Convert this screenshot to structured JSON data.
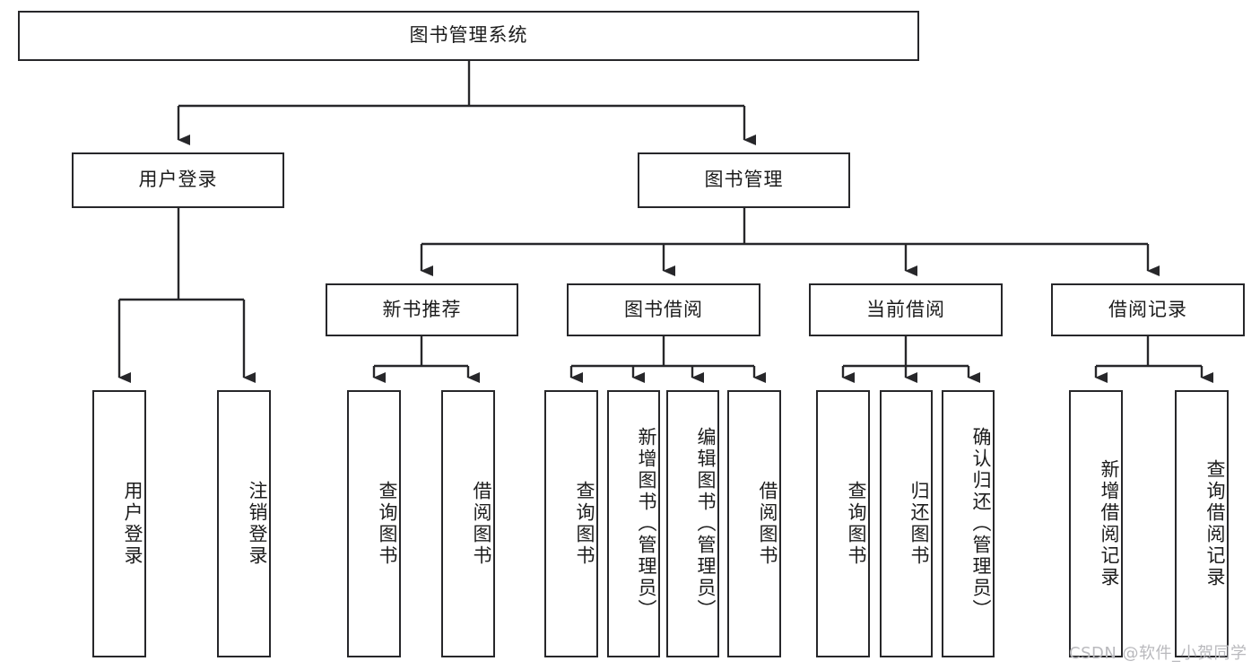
{
  "diagram": {
    "title": "图书管理系统",
    "type": "tree-hierarchy",
    "watermark": "CSDN @软件_小贺同学",
    "colors": {
      "border": "#27272a",
      "background": "#ffffff",
      "text": "#1c1c1c",
      "watermark": "#b9b9bd"
    },
    "nodes": {
      "root": {
        "label": "图书管理系统"
      },
      "level2": [
        {
          "id": "user-login",
          "label": "用户登录"
        },
        {
          "id": "book-management",
          "label": "图书管理"
        }
      ],
      "level3": [
        {
          "id": "new-book-recommend",
          "label": "新书推荐"
        },
        {
          "id": "book-borrow",
          "label": "图书借阅"
        },
        {
          "id": "current-borrow",
          "label": "当前借阅"
        },
        {
          "id": "borrow-record",
          "label": "借阅记录"
        }
      ],
      "leaves": {
        "user_login": [
          {
            "id": "leaf-user-login",
            "label": "用户登录"
          },
          {
            "id": "leaf-user-logout",
            "label": "注销登录"
          }
        ],
        "new_book_recommend": [
          {
            "id": "leaf-query-book-1",
            "label": "查询图书"
          },
          {
            "id": "leaf-borrow-book-1",
            "label": "借阅图书"
          }
        ],
        "book_borrow": [
          {
            "id": "leaf-query-book-2",
            "label": "查询图书"
          },
          {
            "id": "leaf-add-book",
            "label": "新增图书（管理员）"
          },
          {
            "id": "leaf-edit-book",
            "label": "编辑图书（管理员）"
          },
          {
            "id": "leaf-borrow-book-2",
            "label": "借阅图书"
          }
        ],
        "current_borrow": [
          {
            "id": "leaf-query-book-3",
            "label": "查询图书"
          },
          {
            "id": "leaf-return-book",
            "label": "归还图书"
          },
          {
            "id": "leaf-confirm-return",
            "label": "确认归还（管理员）"
          }
        ],
        "borrow_record": [
          {
            "id": "leaf-add-record",
            "label": "新增借阅记录"
          },
          {
            "id": "leaf-query-record",
            "label": "查询借阅记录"
          }
        ]
      }
    }
  }
}
